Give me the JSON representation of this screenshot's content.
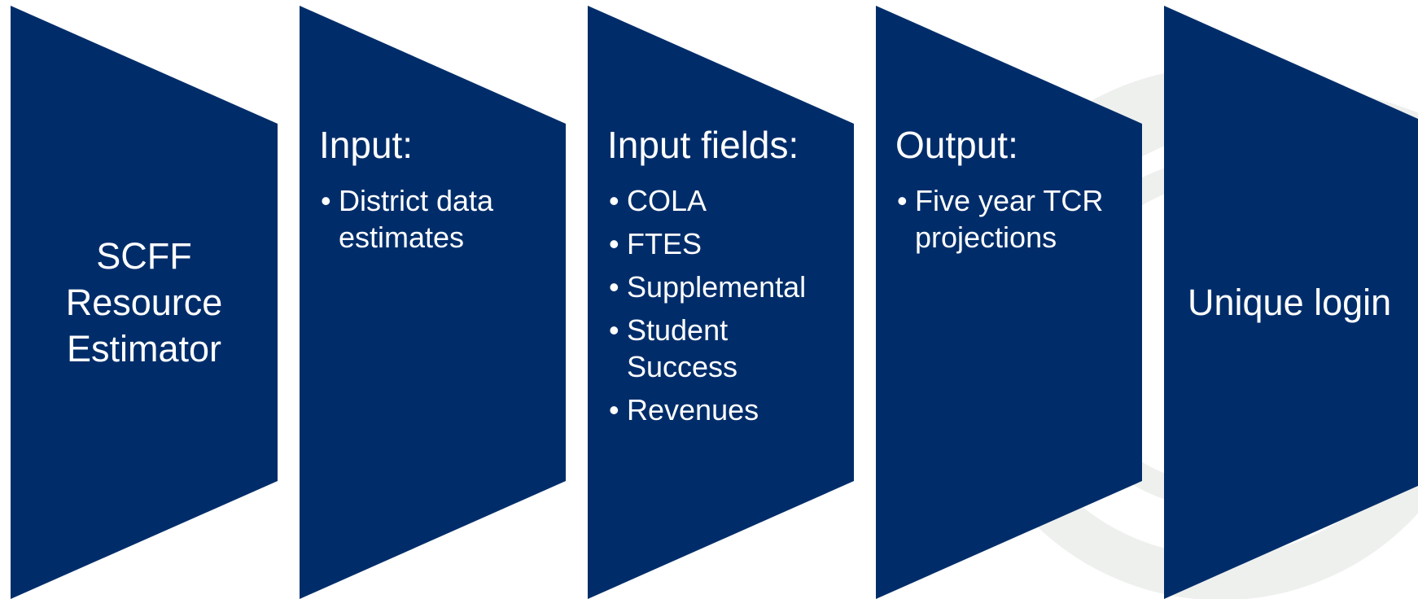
{
  "colors": {
    "panel": "#002d6a",
    "text": "#ffffff",
    "watermark": "#eceeec"
  },
  "panels": [
    {
      "label": "SCFF Resource Estimator"
    },
    {
      "heading": "Input:",
      "items": [
        "District data estimates"
      ]
    },
    {
      "heading": "Input fields:",
      "items": [
        "COLA",
        "FTES",
        "Supplemental",
        "Student Success",
        "Revenues"
      ]
    },
    {
      "heading": "Output:",
      "items": [
        "Five year TCR projections"
      ]
    },
    {
      "label": "Unique login"
    }
  ]
}
